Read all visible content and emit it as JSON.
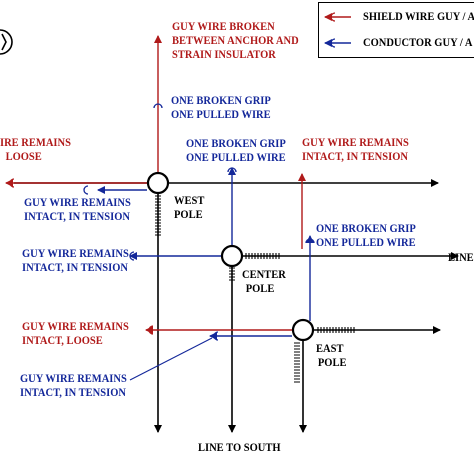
{
  "colors": {
    "shield": "#b01a1a",
    "conductor": "#14289a",
    "line": "#000000"
  },
  "legend": {
    "shield_label": "SHIELD WIRE GUY / A",
    "conductor_label": "CONDUCTOR GUY / A"
  },
  "poles": {
    "west": [
      "WEST",
      "POLE"
    ],
    "center": [
      "CENTER",
      "POLE"
    ],
    "east": [
      "EAST",
      "POLE"
    ]
  },
  "lines": {
    "south": "LINE TO SOUTH",
    "east": "LINE-"
  },
  "annotations": {
    "guy_broken": [
      "GUY WIRE BROKEN",
      "BETWEEN ANCHOR AND",
      "STRAIN INSULATOR"
    ],
    "grip_west": [
      "ONE BROKEN GRIP",
      "ONE PULLED WIRE"
    ],
    "grip_center": [
      "ONE BROKEN GRIP",
      "ONE PULLED WIRE"
    ],
    "grip_east": [
      "ONE BROKEN GRIP",
      "ONE PULLED WIRE"
    ],
    "west_loose": [
      "IRE REMAINS",
      "LOOSE"
    ],
    "guy_tension_top": [
      "GUY WIRE REMAINS",
      "INTACT, IN TENSION"
    ],
    "west_tension": [
      "GUY WIRE REMAINS",
      "INTACT, IN TENSION"
    ],
    "center_tension": [
      "GUY WIRE REMAINS",
      "INTACT, IN TENSION"
    ],
    "east_loose": [
      "GUY WIRE REMAINS",
      "INTACT, LOOSE"
    ],
    "east_tension": [
      "GUY WIRE REMAINS",
      "INTACT, IN TENSION"
    ]
  }
}
